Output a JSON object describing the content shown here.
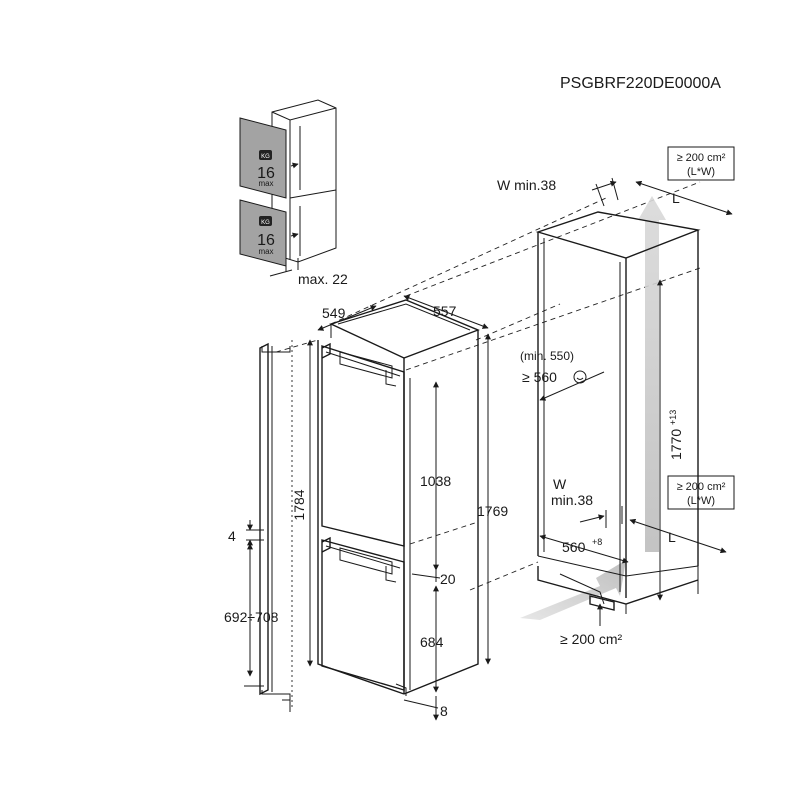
{
  "header": {
    "code": "PSGBRF220DE0000A"
  },
  "door_load": {
    "upper_weight": "16",
    "upper_unit": "max",
    "lower_weight": "16",
    "lower_unit": "max",
    "badge_text": "KG",
    "gap_label": "max. 22"
  },
  "appliance_dims": {
    "depth": "549",
    "width": "557",
    "total_height": "1784",
    "body_height": "1769",
    "upper_section": "1038",
    "middle_gap": "20",
    "lower_section": "684",
    "bottom_gap": "8"
  },
  "door_fixing": {
    "offset": "4",
    "range": "692÷708"
  },
  "niche_dims": {
    "top_vent_area": "≥ 200 cm²",
    "top_vent_lw": "(L*W)",
    "top_w": "W min.38",
    "top_l": "L",
    "min_depth_paren": "(min. 550)",
    "depth": "≥ 560",
    "niche_height": "1770",
    "niche_height_tol": "+13",
    "bottom_w": "W",
    "bottom_w_min": "min.38",
    "bottom_vent_area": "≥ 200 cm²",
    "bottom_vent_lw": "(L*W)",
    "bottom_l": "L",
    "width": "560",
    "width_tol": "+8",
    "plinth_vent": "≥ 200 cm²"
  },
  "colors": {
    "door_panel": "#a3a3a3",
    "airflow": "#c8c8c8",
    "line": "#1a1a1a"
  }
}
